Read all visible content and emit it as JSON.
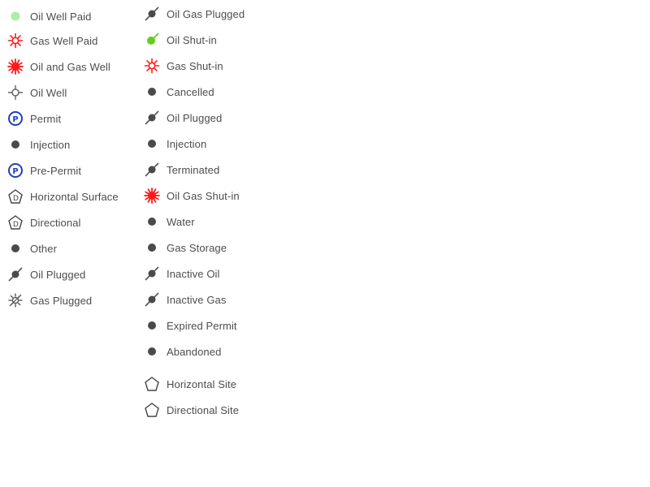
{
  "legend": {
    "left": [
      {
        "label": "Oil Well Paid",
        "icon": "oil-well-paid-icon"
      },
      {
        "label": "Gas Well Paid",
        "icon": "gas-well-paid-icon"
      },
      {
        "label": "Oil and Gas Well",
        "icon": "oil-and-gas-well-icon"
      },
      {
        "label": "Oil Well",
        "icon": "oil-well-icon"
      },
      {
        "label": "Permit",
        "icon": "permit-icon"
      },
      {
        "label": "Injection",
        "icon": "dot-icon"
      },
      {
        "label": "Pre-Permit",
        "icon": "pre-permit-icon"
      },
      {
        "label": "Horizontal Surface",
        "icon": "horizontal-surface-icon"
      },
      {
        "label": "Directional",
        "icon": "directional-icon"
      },
      {
        "label": "Other",
        "icon": "dot-icon"
      },
      {
        "label": "Oil Plugged",
        "icon": "plugged-icon"
      },
      {
        "label": "Gas Plugged",
        "icon": "gas-plugged-icon"
      }
    ],
    "right": [
      {
        "label": "Oil Gas Plugged",
        "icon": "plugged-icon"
      },
      {
        "label": "Oil Shut-in",
        "icon": "oil-shut-in-icon"
      },
      {
        "label": "Gas Shut-in",
        "icon": "gas-shut-in-icon"
      },
      {
        "label": "Cancelled",
        "icon": "dot-icon"
      },
      {
        "label": "Oil Plugged",
        "icon": "plugged-icon"
      },
      {
        "label": "Injection",
        "icon": "dot-icon"
      },
      {
        "label": "Terminated",
        "icon": "plugged-icon"
      },
      {
        "label": "Oil Gas Shut-in",
        "icon": "oil-gas-shut-in-icon"
      },
      {
        "label": "Water",
        "icon": "dot-icon"
      },
      {
        "label": "Gas Storage",
        "icon": "dot-icon"
      },
      {
        "label": "Inactive Oil",
        "icon": "plugged-icon"
      },
      {
        "label": "Inactive Gas",
        "icon": "plugged-icon"
      },
      {
        "label": "Expired Permit",
        "icon": "dot-icon"
      },
      {
        "label": "Abandoned",
        "icon": "dot-icon"
      },
      {
        "label": "Horizontal Site",
        "icon": "pentagon-outline-icon"
      },
      {
        "label": "Directional Site",
        "icon": "pentagon-outline-icon"
      }
    ]
  },
  "colors": {
    "text": "#4d4d4d",
    "dark_dot": "#4a4a4a",
    "light_green": "#a8f0a8",
    "bright_green": "#66cc22",
    "red": "#ff1a1a",
    "blue": "#2040c0"
  }
}
